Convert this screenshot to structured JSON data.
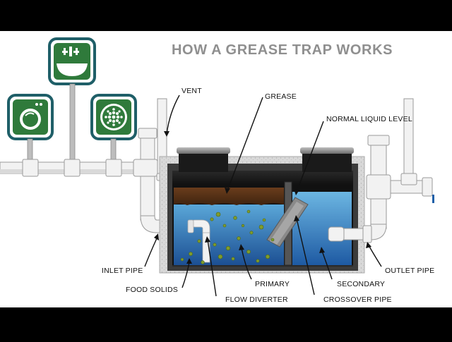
{
  "title": "HOW A GREASE TRAP WORKS",
  "labels": {
    "vent": "VENT",
    "grease": "GREASE",
    "normal_liquid_level": "NORMAL LIQUID LEVEL",
    "inlet_pipe": "INLET PIPE",
    "food_solids": "FOOD SOLIDS",
    "flow_diverter": "FLOW DIVERTER",
    "primary": "PRIMARY",
    "secondary": "SECONDARY",
    "crossover_pipe": "CROSSOVER PIPE",
    "outlet_pipe": "OUTLET PIPE"
  },
  "fixtures": [
    {
      "icon": "washing-machine-icon"
    },
    {
      "icon": "sink-icon"
    },
    {
      "icon": "floor-drain-icon"
    }
  ],
  "colors": {
    "background": "#ffffff",
    "letterbox": "#000000",
    "title": "#8f8f8f",
    "grease_layer": "#5a3418",
    "water_primary": "#1f5fa8",
    "water_secondary": "#2f7cc8",
    "tank_concrete": "#d6d6d6",
    "tank_body": "#3b3b3b",
    "fixture_frame": "#1f5f68",
    "fixture_icon": "#2f7a3b",
    "food_solids": "#7a9a2a"
  }
}
